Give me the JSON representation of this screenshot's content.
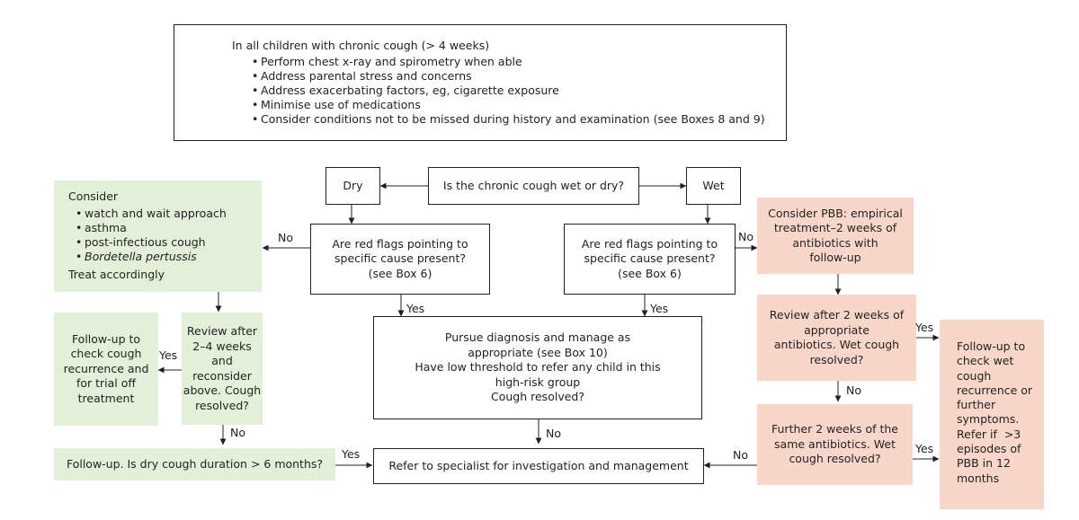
{
  "intro": {
    "heading": "In all children with chronic cough (> 4 weeks)",
    "items": [
      "Perform chest x-ray and spirometry when able",
      "Address parental stress and concerns",
      "Address exacerbating factors, eg, cigarette exposure",
      "Minimise use of medications",
      "Consider conditions not to be missed during history and examination (see Boxes 8 and 9)"
    ]
  },
  "question": "Is the chronic cough wet or dry?",
  "dry": {
    "label": "Dry",
    "red_flags": [
      "Are red flags pointing to",
      "specific cause present?",
      "(see Box 6)"
    ],
    "consider": {
      "heading": "Consider",
      "items": [
        "watch and wait approach",
        "asthma",
        "post-infectious cough"
      ],
      "italic_item": "Bordetella pertussis",
      "footer": "Treat accordingly"
    },
    "review": [
      "Review after",
      "2–4 weeks and",
      "reconsider",
      "above. Cough",
      "resolved?"
    ],
    "followup_trial": [
      "Follow-up to",
      "check cough",
      "recurrence and",
      "for trial off",
      "treatment"
    ],
    "followup_duration": "Follow-up. Is dry cough duration > 6 months?"
  },
  "wet": {
    "label": "Wet",
    "red_flags": [
      "Are red flags pointing to",
      "specific cause present?",
      "(see Box 6)"
    ],
    "pbb": [
      "Consider PBB: empirical",
      "treatment–2 weeks of",
      "antibiotics with",
      "follow-up"
    ],
    "review": [
      "Review after 2 weeks of",
      "appropriate",
      "antibiotics. Wet cough",
      "resolved?"
    ],
    "further": [
      "Further 2 weeks of the",
      "same antibiotics. Wet",
      "cough resolved?"
    ],
    "followup": [
      "Follow-up to",
      "check wet",
      "cough",
      "recurrence or",
      "further",
      "symptoms.",
      "Refer if  >3",
      "episodes of",
      "PBB in 12",
      "months"
    ]
  },
  "pursue": [
    "Pursue diagnosis and manage as",
    "appropriate (see Box 10)",
    "Have low threshold to refer any child in this",
    "high-risk group",
    "Cough resolved?"
  ],
  "refer": "Refer to specialist for investigation and management",
  "labels": {
    "yes": "Yes",
    "no": "No"
  },
  "colors": {
    "green": "#e2f0d9",
    "pink": "#f8d7ca",
    "line": "#231f20"
  }
}
